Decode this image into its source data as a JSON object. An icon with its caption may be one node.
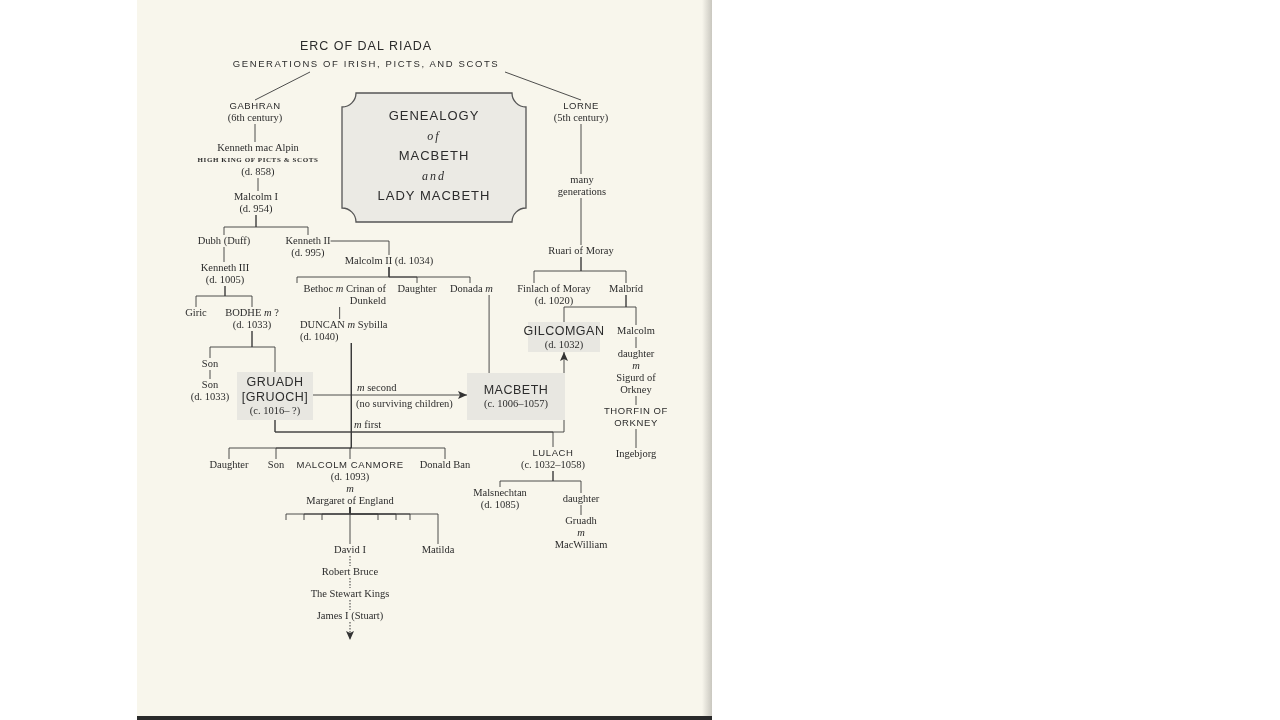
{
  "diagram": {
    "title": "GENEALOGY *of* MACBETH *and* LADY MACBETH",
    "nodes": [
      {
        "text": [
          "ERC OF DAL RIADA",
          "GENERATIONS OF IRISH, PICTS, AND SCOTS"
        ]
      },
      {
        "text": [
          "GABHRAN",
          "(6th century)"
        ]
      },
      {
        "text": [
          "LORNE",
          "(5th century)"
        ]
      },
      {
        "text": [
          "Kenneth mac Alpin",
          "HIGH KING OF PICTS & SCOTS",
          "(d. 858)"
        ]
      },
      {
        "text": [
          "Malcolm I",
          "(d. 954)"
        ]
      },
      {
        "text": [
          "Dubh (Duff)"
        ]
      },
      {
        "text": [
          "Kenneth II",
          "(d. 995)"
        ]
      },
      {
        "text": [
          "Malcolm II (d. 1034)"
        ]
      },
      {
        "text": [
          "Ruari of Moray"
        ]
      },
      {
        "text": [
          "Kenneth III",
          "(d. 1005)"
        ]
      },
      {
        "text": [
          "Bethoc *m* Crinan of Dunkeld"
        ]
      },
      {
        "text": [
          "Daughter"
        ]
      },
      {
        "text": [
          "Donada *m*"
        ]
      },
      {
        "text": [
          "Finlach of Moray",
          "(d. 1020)"
        ]
      },
      {
        "text": [
          "Malbríd"
        ]
      },
      {
        "text": [
          "Giric"
        ]
      },
      {
        "text": [
          "BODHE *m* ?",
          "(d. 1033)"
        ]
      },
      {
        "text": [
          "DUNCAN *m* Sybilla",
          "(d. 1040)"
        ]
      },
      {
        "text": [
          "GILCOMGAN",
          "(d. 1032)"
        ]
      },
      {
        "text": [
          "Malcolm"
        ]
      },
      {
        "text": [
          "Son"
        ]
      },
      {
        "text": [
          "Son",
          "(d. 1033)"
        ]
      },
      {
        "text": [
          "GRUADH",
          "[GRUOCH]",
          "(c. 1016– ?)"
        ]
      },
      {
        "text": [
          "MACBETH",
          "(c. 1006–1057)"
        ]
      },
      {
        "text": [
          "daughter *m* Sigurd of Orkney"
        ]
      },
      {
        "text": [
          "THORFIN OF ORKNEY"
        ]
      },
      {
        "text": [
          "Ingebjorg"
        ]
      },
      {
        "text": [
          "Daughter"
        ]
      },
      {
        "text": [
          "Son"
        ]
      },
      {
        "text": [
          "MALCOLM CANMORE",
          "(d. 1093)",
          "*m* Margaret of England"
        ]
      },
      {
        "text": [
          "Donald Ban"
        ]
      },
      {
        "text": [
          "LULACH",
          "(c. 1032–1058)"
        ]
      },
      {
        "text": [
          "Malsnechtan",
          "(d. 1085)"
        ]
      },
      {
        "text": [
          "daughter"
        ]
      },
      {
        "text": [
          "Gruadh *m* MacWilliam"
        ]
      },
      {
        "text": [
          "David I"
        ]
      },
      {
        "text": [
          "Matilda"
        ]
      },
      {
        "text": [
          "Robert Bruce"
        ]
      },
      {
        "text": [
          "The Stewart Kings"
        ]
      },
      {
        "text": [
          "James I (Stuart)"
        ]
      }
    ],
    "edges": [
      {
        "from": 0,
        "to": 1,
        "arrow": "none"
      },
      {
        "from": 0,
        "to": 2,
        "arrow": "none"
      },
      {
        "from": 1,
        "to": 3,
        "arrow": "none"
      },
      {
        "from": 2,
        "to": 8,
        "arrow": "none",
        "label": "many generations"
      },
      {
        "from": 3,
        "to": 4,
        "arrow": "none"
      },
      {
        "from": 4,
        "to": 5,
        "arrow": "none"
      },
      {
        "from": 4,
        "to": 6,
        "arrow": "none"
      },
      {
        "from": 6,
        "to": 7,
        "arrow": "none"
      },
      {
        "from": 5,
        "to": 9,
        "arrow": "none"
      },
      {
        "from": 7,
        "to": 10,
        "arrow": "none"
      },
      {
        "from": 7,
        "to": 11,
        "arrow": "none"
      },
      {
        "from": 7,
        "to": 12,
        "arrow": "none"
      },
      {
        "from": 8,
        "to": 13,
        "arrow": "none"
      },
      {
        "from": 8,
        "to": 14,
        "arrow": "none"
      },
      {
        "from": 9,
        "to": 15,
        "arrow": "none"
      },
      {
        "from": 9,
        "to": 16,
        "arrow": "none"
      },
      {
        "from": 10,
        "to": 17,
        "arrow": "none"
      },
      {
        "from": 12,
        "to": 23,
        "arrow": "none"
      },
      {
        "from": 14,
        "to": 18,
        "arrow": "none"
      },
      {
        "from": 14,
        "to": 19,
        "arrow": "none"
      },
      {
        "from": 16,
        "to": 20,
        "arrow": "none"
      },
      {
        "from": 16,
        "to": 22,
        "arrow": "none"
      },
      {
        "from": 20,
        "to": 21,
        "arrow": "none"
      },
      {
        "from": 22,
        "to": 23,
        "arrow": "to",
        "label": "*m* second"
      },
      {
        "from": 22,
        "to": 18,
        "arrow": "to",
        "label": "*m* first"
      },
      {
        "from": 22,
        "to": 31,
        "arrow": "none"
      },
      {
        "from": 17,
        "to": 27,
        "arrow": "none"
      },
      {
        "from": 17,
        "to": 28,
        "arrow": "none"
      },
      {
        "from": 17,
        "to": 29,
        "arrow": "none"
      },
      {
        "from": 17,
        "to": 30,
        "arrow": "none"
      },
      {
        "from": 19,
        "to": 24,
        "arrow": "none"
      },
      {
        "from": 24,
        "to": 25,
        "arrow": "none"
      },
      {
        "from": 25,
        "to": 26,
        "arrow": "none"
      },
      {
        "from": 29,
        "to": 35,
        "arrow": "none"
      },
      {
        "from": 29,
        "to": 36,
        "arrow": "none"
      },
      {
        "from": 29,
        "to": null,
        "arrow": "none"
      },
      {
        "from": 29,
        "to": null,
        "arrow": "none"
      },
      {
        "from": 29,
        "to": null,
        "arrow": "none"
      },
      {
        "from": 29,
        "to": null,
        "arrow": "none"
      },
      {
        "from": 29,
        "to": null,
        "arrow": "none"
      },
      {
        "from": 29,
        "to": null,
        "arrow": "none"
      },
      {
        "from": 31,
        "to": 32,
        "arrow": "none"
      },
      {
        "from": 31,
        "to": 33,
        "arrow": "none"
      },
      {
        "from": 33,
        "to": 34,
        "arrow": "none"
      },
      {
        "from": 35,
        "to": 37,
        "arrow": "none",
        "style": "dashed"
      },
      {
        "from": 37,
        "to": 38,
        "arrow": "none",
        "style": "dashed"
      },
      {
        "from": 38,
        "to": 39,
        "arrow": "none",
        "style": "dashed"
      },
      {
        "from": 39,
        "to": null,
        "arrow": "to",
        "style": "dashed"
      }
    ],
    "labels": [
      "(no surviving children)"
    ]
  }
}
